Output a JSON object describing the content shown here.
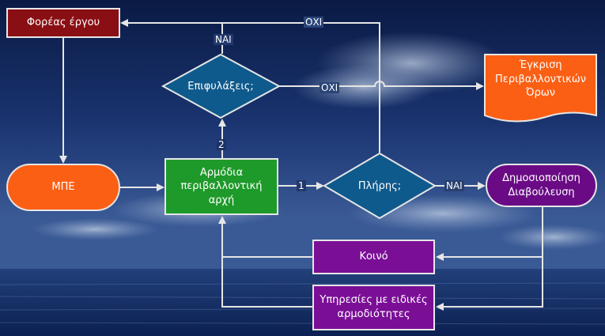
{
  "nodes": {
    "foreas": "Φορέας έργου",
    "mpe": "ΜΠΕ",
    "arxi": "Αρμόδια περιβαλλοντική αρχή",
    "epifylaxeis": "Επιφυλάξεις;",
    "plires": "Πλήρης;",
    "dimosiopoiisi": "Δημοσιοποίηση Διαβούλευση",
    "egkrisi": "Έγκριση Περιβαλλοντικών Όρων",
    "koino": "Κοινό",
    "ypiresies": "Υπηρεσίες με ειδικές αρμοδιότητες"
  },
  "edge_labels": {
    "oxi_top": "ΟΧΙ",
    "nai_top": "ΝΑΙ",
    "oxi_mid": "ΟΧΙ",
    "two": "2",
    "one": "1",
    "nai_mid": "ΝΑΙ"
  },
  "colors": {
    "foreas": "#8a0f14",
    "mpe": "#fb5f14",
    "arxi": "#1e9a2a",
    "diamond": "#0f5a8c",
    "dimosiopoiisi": "#6a0b85",
    "audience": "#7a0f96",
    "egkrisi": "#fb5f14",
    "arrow": "#e6e6e6"
  }
}
